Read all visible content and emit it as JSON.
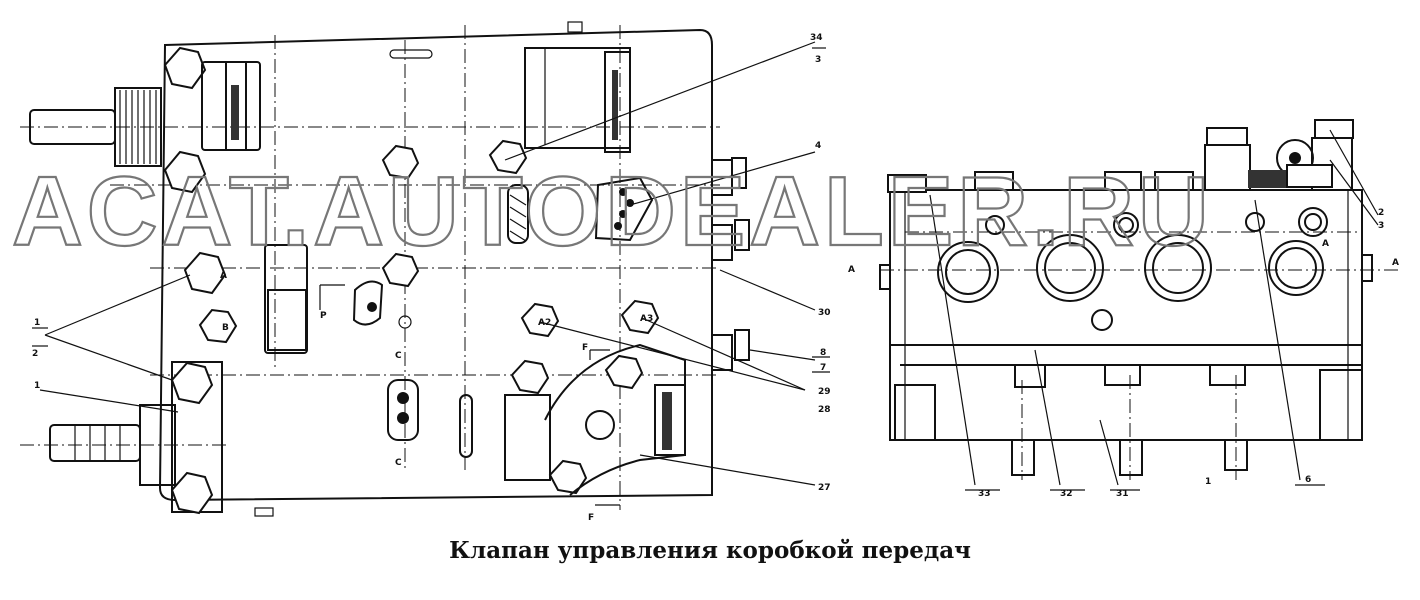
{
  "caption": "Клапан управления коробкой передач",
  "watermark": "ACAT.AUTODEALER.RU",
  "left_view": {
    "callouts": [
      "34",
      "3",
      "4",
      "30",
      "8",
      "7",
      "29",
      "28",
      "27",
      "1",
      "2",
      "1"
    ],
    "section_letters": [
      "A",
      "B",
      "P",
      "C",
      "C",
      "F",
      "F",
      "A2",
      "A3"
    ]
  },
  "right_view": {
    "callouts": [
      "33",
      "32",
      "31",
      "1",
      "6",
      "2",
      "3"
    ],
    "section_letters": [
      "A",
      "A",
      "A"
    ]
  },
  "colors": {
    "line": "#111111",
    "watermark": "#777777",
    "background": "#ffffff"
  }
}
